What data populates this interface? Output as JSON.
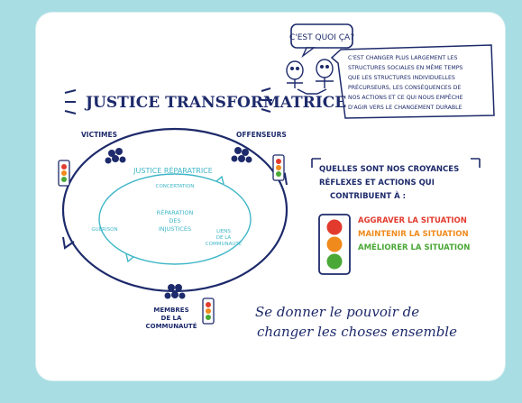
{
  "title": "JUSTICE TRANSFORMATRICE",
  "speech_bubble": "C'EST QUOI ÇA?",
  "definition_lines": [
    "C'EST CHANGER PLUS LARGEMENT LES",
    "STRUCTURES SOCIALES EN MÊME TEMPS",
    "QUE LES STRUCTURES INDIVIDUELLES",
    "PRÉCURSEURS, LES CONSÉQUENCES DE",
    "NOS ACTIONS ET CE QUI NOUS EMPÊCHE",
    "D'AGIR VERS LE CHANGEMENT DURABLE"
  ],
  "cycle": {
    "victims": "VICTIMES",
    "offenders": "OFFENSEURS",
    "community_lines": [
      "MEMBRES",
      "DE LA",
      "COMMUNAUTÉ"
    ],
    "restorative_title": "JUSTICE RÉPARATRICE",
    "inner_top": "CONCERTATION",
    "inner_left": "GUÉRISON",
    "inner_right_lines": [
      "LIENS",
      "DE LA",
      "COMMUNAUTÉ"
    ],
    "center_lines": [
      "RÉPARATION",
      "DES",
      "INJUSTICES"
    ]
  },
  "beliefs": {
    "heading_lines": [
      "QUELLES SONT NOS CROYANCES",
      "RÉFLEXES ET ACTIONS QUI",
      "CONTRIBUENT À :"
    ],
    "aggravate": "AGGRAVER LA SITUATION",
    "maintain": "MAINTENIR LA SITUATION",
    "improve": "AMÉLIORER LA SITUATION"
  },
  "tagline_lines": [
    "Se donner le pouvoir de",
    "changer les choses ensemble"
  ],
  "colors": {
    "background": "#a7dde3",
    "ink": "#1d2a6b",
    "teal": "#3fb6c7",
    "red": "#e23b2e",
    "orange": "#f08a1c",
    "green": "#4aa836"
  }
}
